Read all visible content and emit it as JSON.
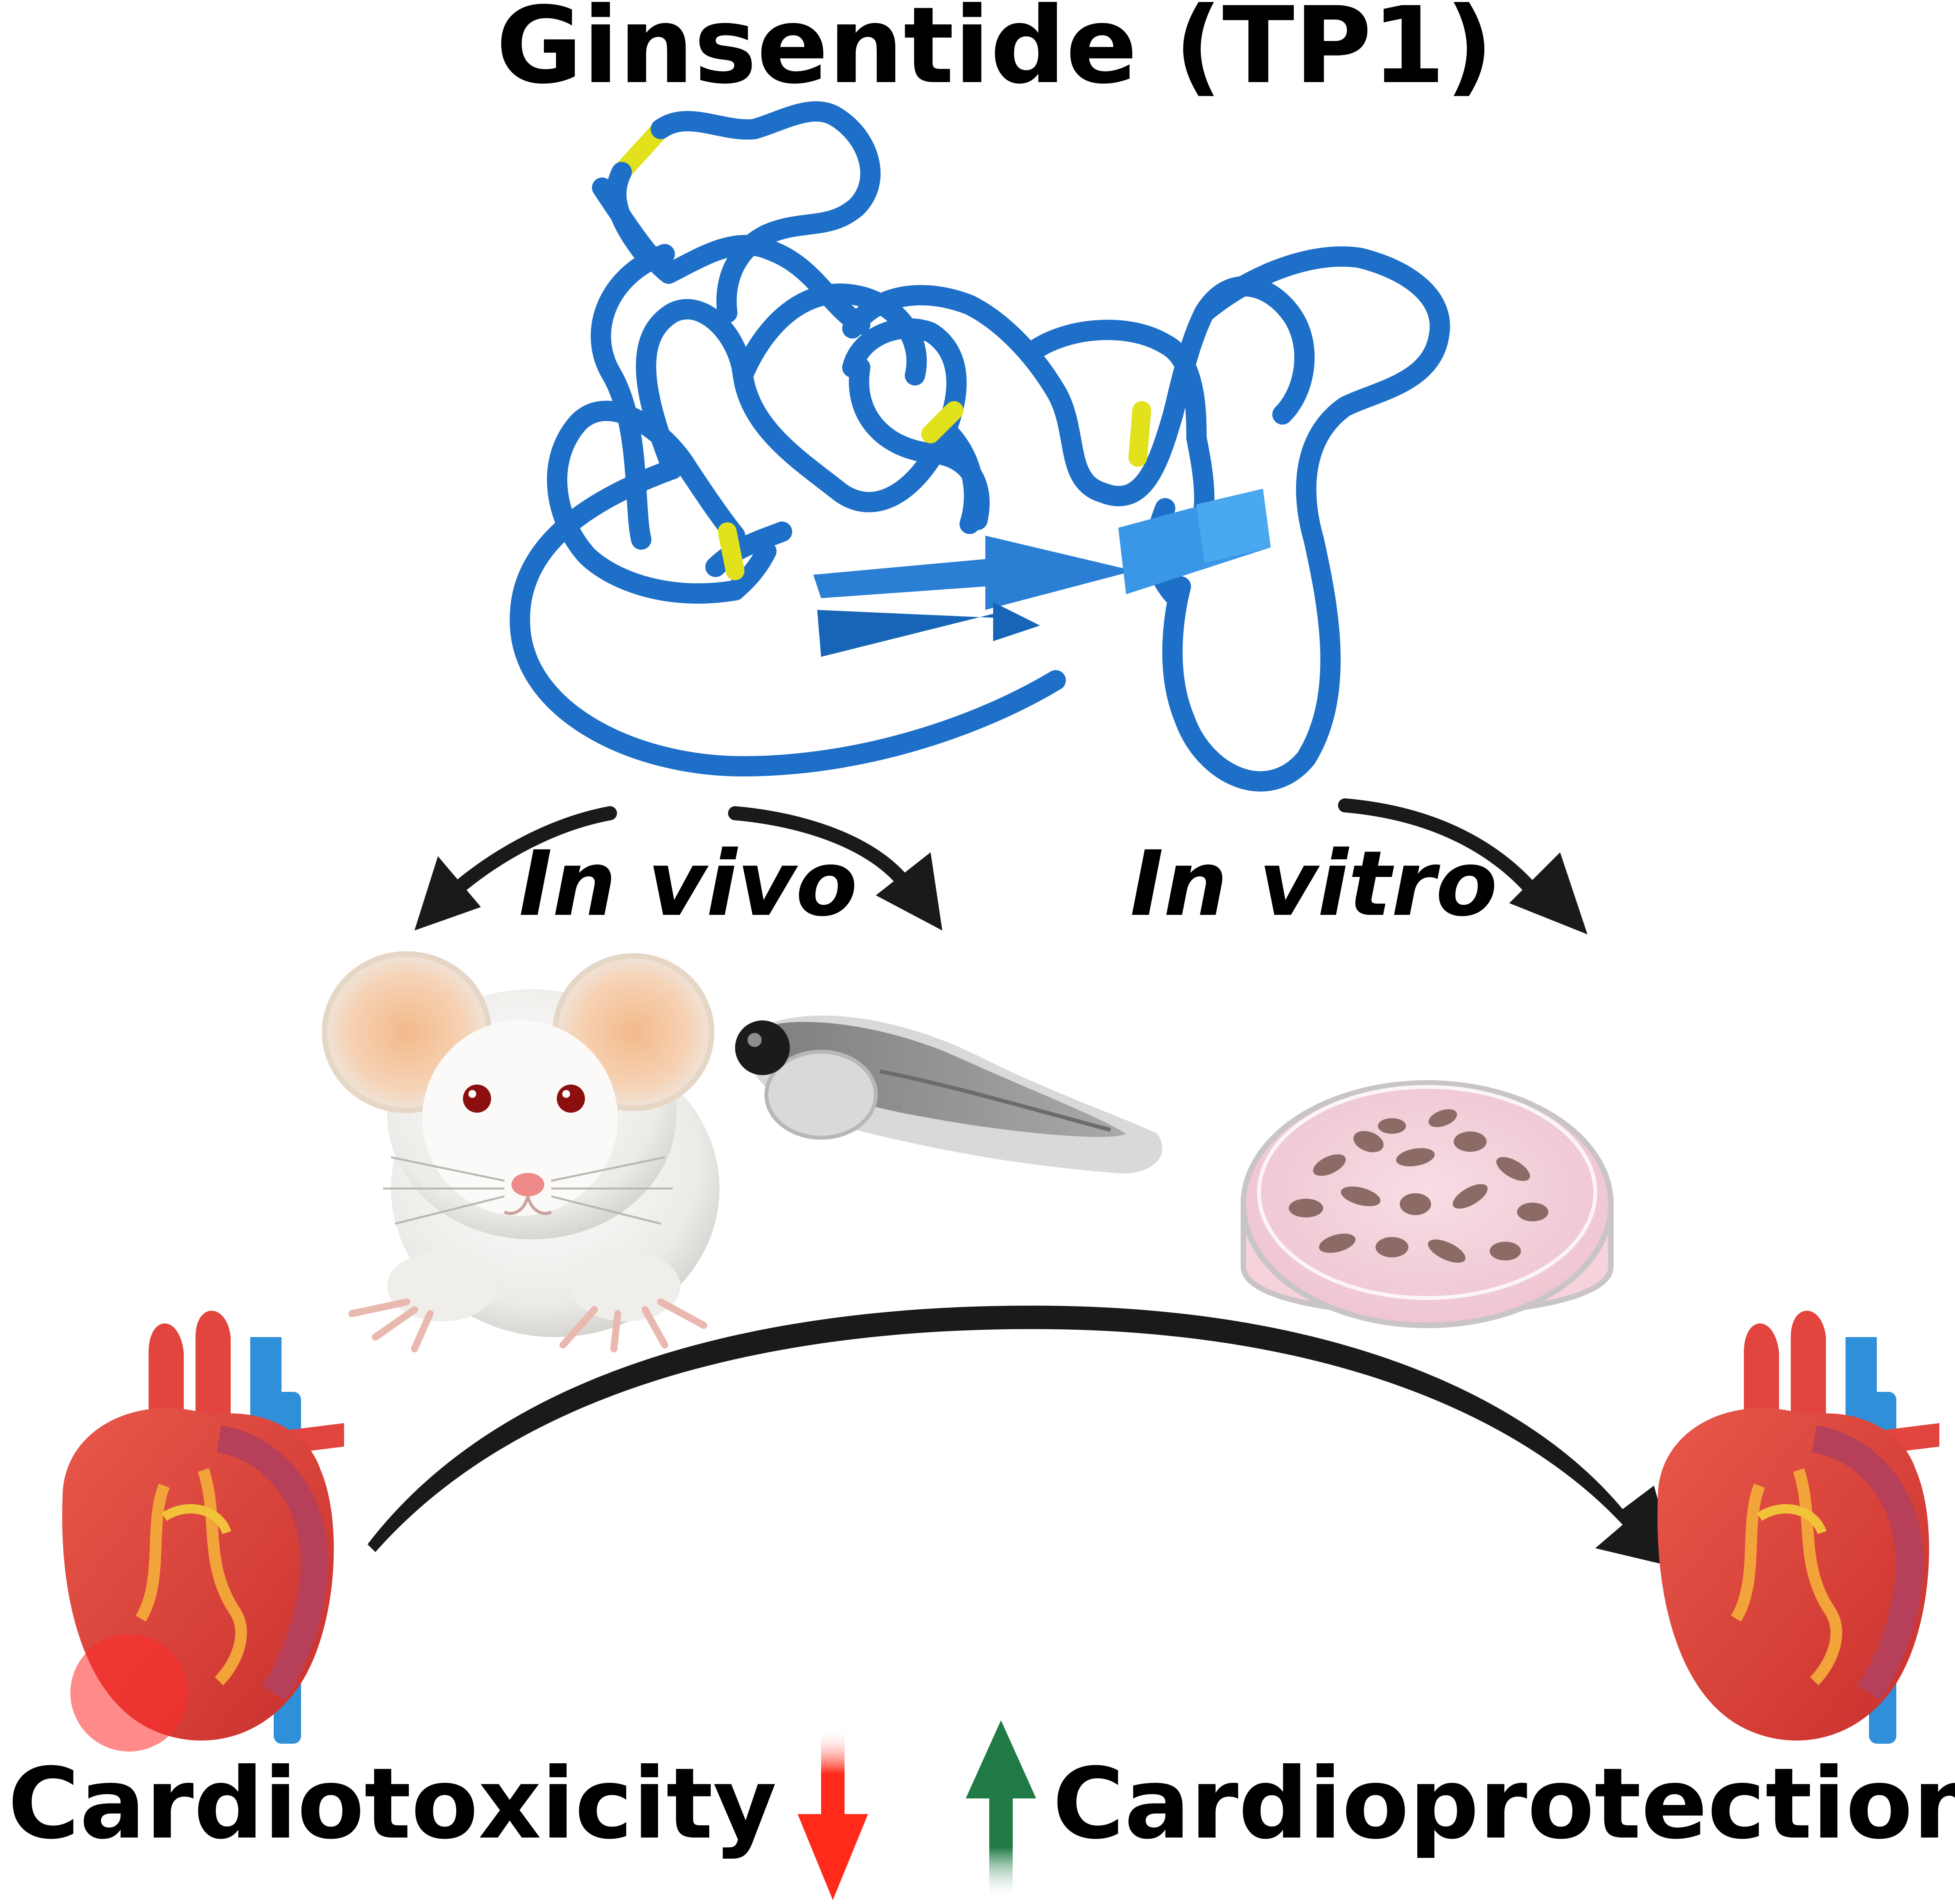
{
  "title": "Ginsentide (TP1)",
  "branches": {
    "in_vivo": "In vivo",
    "in_vitro": "In vitro"
  },
  "outcomes": {
    "left": "Cardiotoxicity",
    "right": "Cardioprotection"
  },
  "icons": {
    "peptide": "peptide-structure-icon",
    "rat": "rat-icon",
    "zebrafish": "zebrafish-larva-icon",
    "dish": "petri-dish-icon",
    "heart_damaged": "damaged-heart-icon",
    "heart_healthy": "healthy-heart-icon",
    "down_arrow": "down-arrow-icon",
    "up_arrow": "up-arrow-icon"
  },
  "colors": {
    "peptide": "#1e6fc8",
    "disulfide": "#e2e21c",
    "down_arrow": "#ff2a1a",
    "up_arrow": "#1f7a45",
    "flow_arrow": "#1a1a1a"
  }
}
